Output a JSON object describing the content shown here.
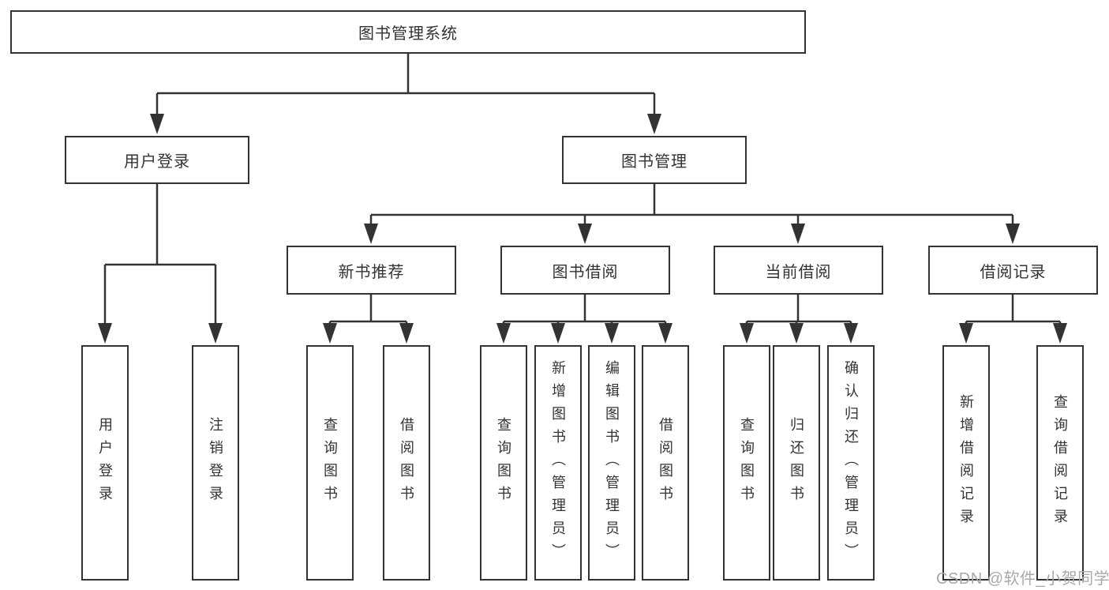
{
  "diagram": {
    "type": "hierarchy-tree",
    "colors": {
      "line": "#333333",
      "text": "#333333",
      "box_border": "#333333",
      "background": "#ffffff",
      "watermark": "#a9a9a9"
    },
    "watermark": "CSDN @软件_小贺同学",
    "nodes": {
      "root": {
        "label": "图书管理系统"
      },
      "user_login": {
        "label": "用户登录"
      },
      "book_mgmt": {
        "label": "图书管理"
      },
      "new_book_rec": {
        "label": "新书推荐"
      },
      "book_borrow": {
        "label": "图书借阅"
      },
      "current_borrow": {
        "label": "当前借阅"
      },
      "borrow_records": {
        "label": "借阅记录"
      },
      "leaf_user_login": {
        "label": "用户登录"
      },
      "leaf_logout": {
        "label": "注销登录"
      },
      "leaf_nbr_query": {
        "label": "查询图书"
      },
      "leaf_nbr_borrow": {
        "label": "借阅图书"
      },
      "leaf_bb_query": {
        "label": "查询图书"
      },
      "leaf_bb_add": {
        "label": "新增图书（管理员）"
      },
      "leaf_bb_edit": {
        "label": "编辑图书（管理员）"
      },
      "leaf_bb_borrow": {
        "label": "借阅图书"
      },
      "leaf_cb_query": {
        "label": "查询图书"
      },
      "leaf_cb_return": {
        "label": "归还图书"
      },
      "leaf_cb_confirm": {
        "label": "确认归还（管理员）"
      },
      "leaf_br_add": {
        "label": "新增借阅记录"
      },
      "leaf_br_query": {
        "label": "查询借阅记录"
      }
    },
    "edges": [
      {
        "from": "图书管理系统",
        "to": "用户登录"
      },
      {
        "from": "图书管理系统",
        "to": "图书管理"
      },
      {
        "from": "用户登录",
        "to": "用户登录"
      },
      {
        "from": "用户登录",
        "to": "注销登录"
      },
      {
        "from": "图书管理",
        "to": "新书推荐"
      },
      {
        "from": "图书管理",
        "to": "图书借阅"
      },
      {
        "from": "图书管理",
        "to": "当前借阅"
      },
      {
        "from": "图书管理",
        "to": "借阅记录"
      },
      {
        "from": "新书推荐",
        "to": "查询图书"
      },
      {
        "from": "新书推荐",
        "to": "借阅图书"
      },
      {
        "from": "图书借阅",
        "to": "查询图书"
      },
      {
        "from": "图书借阅",
        "to": "新增图书（管理员）"
      },
      {
        "from": "图书借阅",
        "to": "编辑图书（管理员）"
      },
      {
        "from": "图书借阅",
        "to": "借阅图书"
      },
      {
        "from": "当前借阅",
        "to": "查询图书"
      },
      {
        "from": "当前借阅",
        "to": "归还图书"
      },
      {
        "from": "当前借阅",
        "to": "确认归还（管理员）"
      },
      {
        "from": "借阅记录",
        "to": "新增借阅记录"
      },
      {
        "from": "借阅记录",
        "to": "查询借阅记录"
      }
    ]
  }
}
